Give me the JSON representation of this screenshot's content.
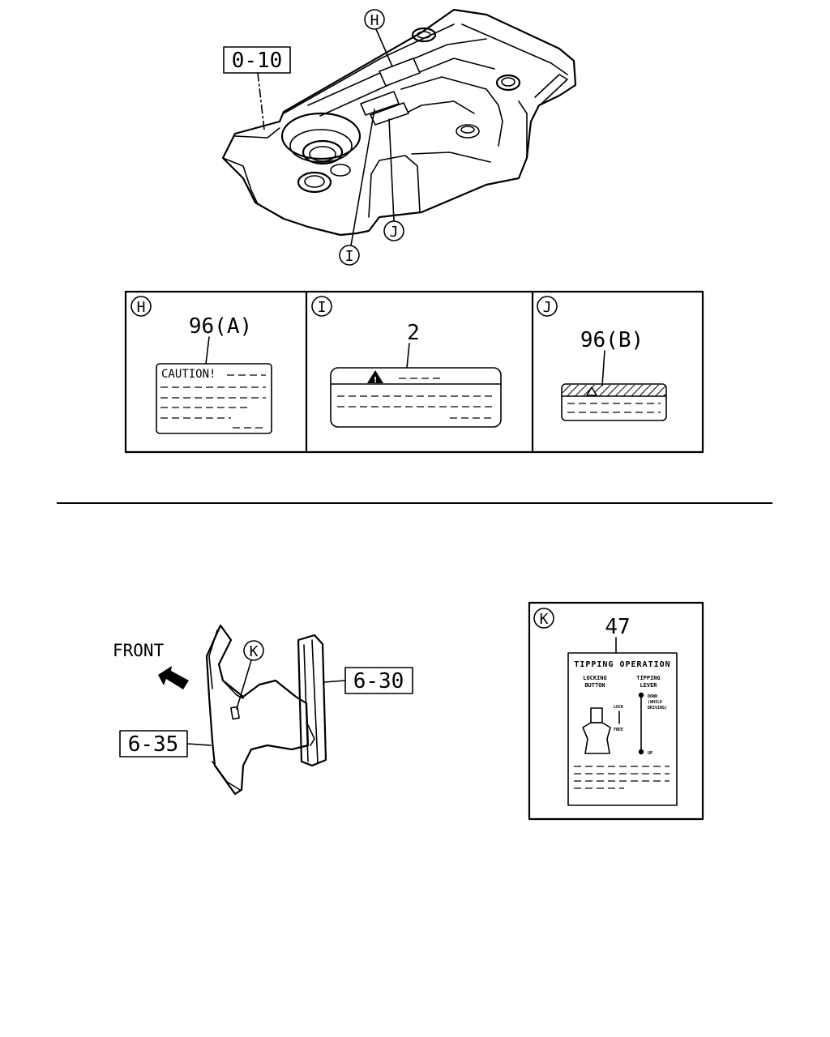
{
  "top_view": {
    "part_ref_frame": "0-10",
    "callouts": [
      "H",
      "I",
      "J"
    ]
  },
  "detail_boxes": [
    {
      "letter": "H",
      "part_no": "96(A)",
      "label_heading": "CAUTION!"
    },
    {
      "letter": "I",
      "part_no": "2"
    },
    {
      "letter": "J",
      "part_no": "96(B)"
    }
  ],
  "bottom_view": {
    "front_label": "FRONT",
    "part_ref_right": "6-30",
    "part_ref_left": "6-35",
    "callout": "K"
  },
  "detail_k": {
    "letter": "K",
    "part_no": "47",
    "decal": {
      "title": "TIPPING OPERATION",
      "col1_line1": "LOCKING",
      "col1_line2": "BUTTON",
      "col2_line1": "TIPPING",
      "col2_line2": "LEVER",
      "lock_label": "LOCK",
      "free_label": "FREE",
      "down_line1": "DOWN",
      "down_line2": "(WHILE",
      "down_line3": "DRIVING)",
      "up_label": "UP"
    }
  }
}
